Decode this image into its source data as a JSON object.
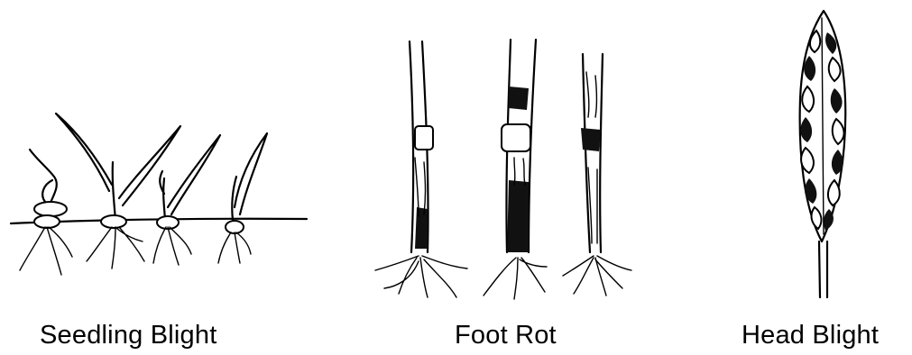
{
  "panels": [
    {
      "id": "seedling-blight",
      "caption": "Seedling Blight",
      "illustration_icon": "wilting-seedlings-icon"
    },
    {
      "id": "foot-rot",
      "caption": "Foot Rot",
      "illustration_icon": "rotting-stem-base-icon"
    },
    {
      "id": "head-blight",
      "caption": "Head Blight",
      "illustration_icon": "blighted-wheat-head-icon"
    }
  ],
  "colors": {
    "ink": "#000000",
    "background": "#ffffff"
  }
}
